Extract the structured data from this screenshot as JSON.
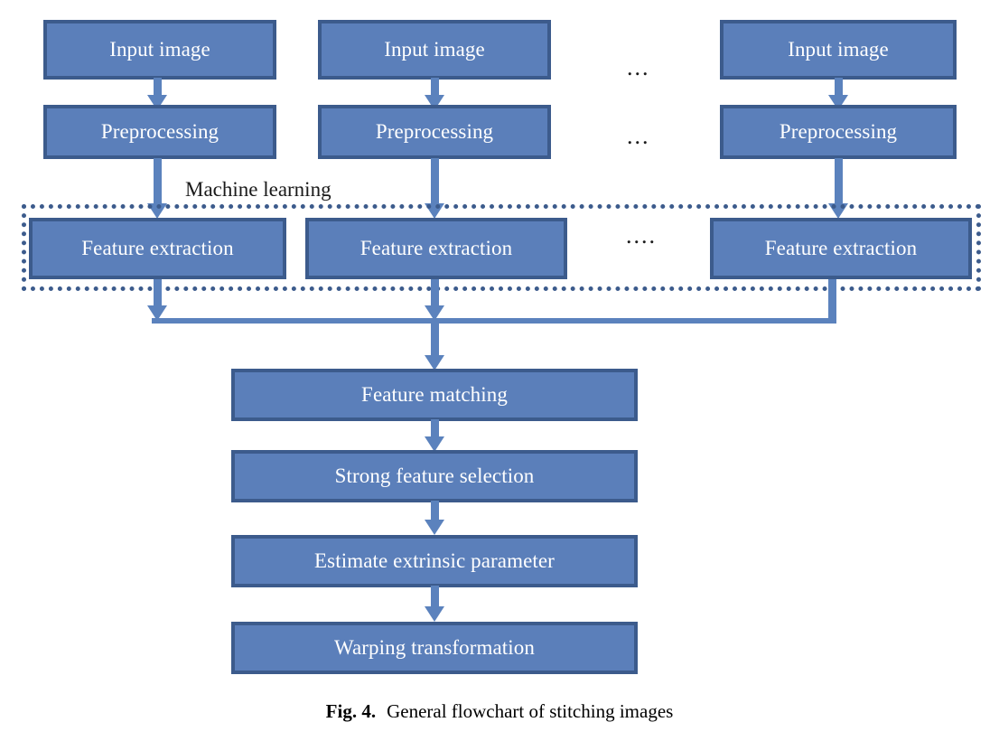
{
  "figure": {
    "caption_label": "Fig. 4.",
    "caption_text": "General flowchart of stitching images",
    "colors": {
      "node_fill": "#5b7fba",
      "node_border": "#3c5b8c",
      "arrow": "#5b82bd",
      "node_text": "#ffffff",
      "label_text": "#1a1a1a",
      "background": "#ffffff"
    }
  },
  "chart_data": {
    "type": "diagram",
    "title": "General flowchart of stitching images",
    "nodes": [
      {
        "id": "input-1",
        "label": "Input image",
        "column": 1,
        "row": 1
      },
      {
        "id": "input-2",
        "label": "Input image",
        "column": 2,
        "row": 1
      },
      {
        "id": "input-n",
        "label": "Input image",
        "column": 3,
        "row": 1
      },
      {
        "id": "prep-1",
        "label": "Preprocessing",
        "column": 1,
        "row": 2
      },
      {
        "id": "prep-2",
        "label": "Preprocessing",
        "column": 2,
        "row": 2
      },
      {
        "id": "prep-n",
        "label": "Preprocessing",
        "column": 3,
        "row": 2
      },
      {
        "id": "feat-1",
        "label": "Feature extraction",
        "column": 1,
        "row": 3
      },
      {
        "id": "feat-2",
        "label": "Feature extraction",
        "column": 2,
        "row": 3
      },
      {
        "id": "feat-n",
        "label": "Feature extraction",
        "column": 3,
        "row": 3
      },
      {
        "id": "match",
        "label": "Feature matching",
        "column": 0,
        "row": 4
      },
      {
        "id": "select",
        "label": "Strong feature selection",
        "column": 0,
        "row": 5
      },
      {
        "id": "estimate",
        "label": "Estimate extrinsic parameter",
        "column": 0,
        "row": 6
      },
      {
        "id": "warp",
        "label": "Warping transformation",
        "column": 0,
        "row": 7
      }
    ],
    "groups": [
      {
        "id": "ml",
        "label": "Machine learning",
        "contains": [
          "feat-1",
          "feat-2",
          "feat-n"
        ]
      }
    ],
    "edges": [
      {
        "from": "input-1",
        "to": "prep-1"
      },
      {
        "from": "input-2",
        "to": "prep-2"
      },
      {
        "from": "input-n",
        "to": "prep-n"
      },
      {
        "from": "prep-1",
        "to": "feat-1"
      },
      {
        "from": "prep-2",
        "to": "feat-2"
      },
      {
        "from": "prep-n",
        "to": "feat-n"
      },
      {
        "from": "feat-1",
        "to": "match"
      },
      {
        "from": "feat-2",
        "to": "match"
      },
      {
        "from": "feat-n",
        "to": "match"
      },
      {
        "from": "match",
        "to": "select"
      },
      {
        "from": "select",
        "to": "estimate"
      },
      {
        "from": "estimate",
        "to": "warp"
      }
    ],
    "ellipses": [
      "...",
      "...",
      "...."
    ]
  },
  "nodes": {
    "input_1": "Input image",
    "input_2": "Input image",
    "input_n": "Input image",
    "prep_1": "Preprocessing",
    "prep_2": "Preprocessing",
    "prep_n": "Preprocessing",
    "feat_1": "Feature extraction",
    "feat_2": "Feature extraction",
    "feat_n": "Feature extraction",
    "match": "Feature matching",
    "select": "Strong feature selection",
    "estimate": "Estimate extrinsic parameter",
    "warp": "Warping transformation"
  },
  "group": {
    "ml_label": "Machine learning"
  },
  "ellipsis": {
    "row1": "...",
    "row2": "...",
    "row3": "...."
  }
}
